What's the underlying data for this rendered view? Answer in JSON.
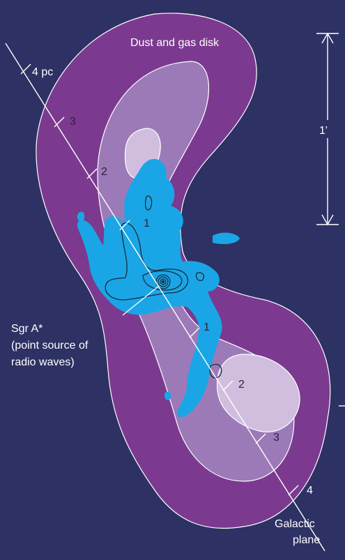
{
  "colors": {
    "background": "#2e3163",
    "disk_outer": "#7b3a8f",
    "disk_middle": "#9c7ab8",
    "disk_inner": "#d1bedf",
    "radio_emission": "#1aa6e6",
    "contour_lines": "#1a2a3a",
    "line_white": "#ffffff"
  },
  "labels": {
    "disk": "Dust and gas disk",
    "scale": "1'",
    "sgr_line1": "Sgr A*",
    "sgr_line2": "(point source of",
    "sgr_line3": "radio waves)",
    "plane_line1": "Galactic",
    "plane_line2": "plane"
  },
  "plane_ticks": {
    "upper": [
      "4 pc",
      "3",
      "2",
      "1"
    ],
    "lower": [
      "1",
      "2",
      "3",
      "4"
    ]
  }
}
